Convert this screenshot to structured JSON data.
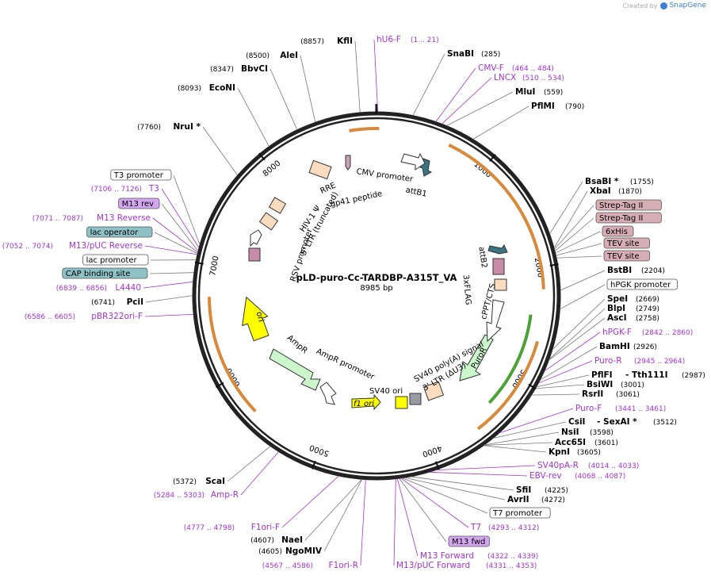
{
  "credit": {
    "created_by": "Created by",
    "brand": "SnapGene"
  },
  "plasmid": {
    "name": "pLD-puro-Cc-TARDBP-A315T_VA",
    "size_label": "8985 bp",
    "length": 8985
  },
  "ticks": [
    "1000",
    "2000",
    "3000",
    "4000",
    "5000",
    "6000",
    "7000",
    "8000"
  ],
  "right_labels": [
    {
      "name": "SnaBI",
      "coord": "(285)",
      "kind": "enzyme"
    },
    {
      "name": "CMV-F",
      "coord": "(464 .. 484)",
      "kind": "primer"
    },
    {
      "name": "LNCX",
      "coord": "(510 .. 534)",
      "kind": "primer"
    },
    {
      "name": "MluI",
      "coord": "(559)",
      "kind": "enzyme"
    },
    {
      "name": "PflMI",
      "coord": "(790)",
      "kind": "enzyme"
    },
    {
      "name": "BsaBI *",
      "coord": "(1755)",
      "kind": "enzyme"
    },
    {
      "name": "XbaI",
      "coord": "(1870)",
      "kind": "enzyme"
    },
    {
      "name": "Strep-Tag II",
      "coord": "",
      "kind": "feature-pink"
    },
    {
      "name": "Strep-Tag II",
      "coord": "",
      "kind": "feature-pink"
    },
    {
      "name": "6xHis",
      "coord": "",
      "kind": "feature-pink"
    },
    {
      "name": "TEV site",
      "coord": "",
      "kind": "feature-pink"
    },
    {
      "name": "TEV site",
      "coord": "",
      "kind": "feature-pink"
    },
    {
      "name": "BstBI",
      "coord": "(2204)",
      "kind": "enzyme"
    },
    {
      "name": "hPGK promoter",
      "coord": "",
      "kind": "feature-white"
    },
    {
      "name": "SpeI",
      "coord": "(2669)",
      "kind": "enzyme"
    },
    {
      "name": "BlpI",
      "coord": "(2749)",
      "kind": "enzyme"
    },
    {
      "name": "AscI",
      "coord": "(2758)",
      "kind": "enzyme"
    },
    {
      "name": "hPGK-F",
      "coord": "(2842 .. 2860)",
      "kind": "primer"
    },
    {
      "name": "BamHI",
      "coord": "(2926)",
      "kind": "enzyme"
    },
    {
      "name": "Puro-R",
      "coord": "(2945 .. 2964)",
      "kind": "primer"
    },
    {
      "name": "PflFI",
      "coord": "(2987)",
      "kind": "enzyme",
      "extra": "- Tth111I"
    },
    {
      "name": "BsiWI",
      "coord": "(3001)",
      "kind": "enzyme"
    },
    {
      "name": "RsrII",
      "coord": "(3061)",
      "kind": "enzyme"
    },
    {
      "name": "Puro-F",
      "coord": "(3441 .. 3461)",
      "kind": "primer"
    },
    {
      "name": "CsiI",
      "coord": "(3512)",
      "kind": "enzyme",
      "extra": "- SexAI *"
    },
    {
      "name": "NsiI",
      "coord": "(3598)",
      "kind": "enzyme"
    },
    {
      "name": "Acc65I",
      "coord": "(3601)",
      "kind": "enzyme"
    },
    {
      "name": "KpnI",
      "coord": "(3605)",
      "kind": "enzyme"
    },
    {
      "name": "SV40pA-R",
      "coord": "(4014 .. 4033)",
      "kind": "primer"
    },
    {
      "name": "EBV-rev",
      "coord": "(4068 .. 4087)",
      "kind": "primer"
    },
    {
      "name": "SfiI",
      "coord": "(4225)",
      "kind": "enzyme"
    },
    {
      "name": "AvrII",
      "coord": "(4272)",
      "kind": "enzyme"
    },
    {
      "name": "T7 promoter",
      "coord": "",
      "kind": "feature-white"
    },
    {
      "name": "T7",
      "coord": "(4293 .. 4312)",
      "kind": "primer"
    },
    {
      "name": "M13 fwd",
      "coord": "",
      "kind": "feature-purple"
    },
    {
      "name": "M13 Forward",
      "coord": "(4322 .. 4339)",
      "kind": "primer"
    },
    {
      "name": "M13/pUC Forward",
      "coord": "(4331 .. 4353)",
      "kind": "primer"
    }
  ],
  "left_labels": [
    {
      "name": "KflI",
      "coord": "(8857)",
      "kind": "enzyme"
    },
    {
      "name": "hU6-F",
      "coord": "(1 .. 21)",
      "kind": "primer"
    },
    {
      "name": "AleI",
      "coord": "(8500)",
      "kind": "enzyme"
    },
    {
      "name": "BbvCI",
      "coord": "(8347)",
      "kind": "enzyme"
    },
    {
      "name": "EcoNI",
      "coord": "(8093)",
      "kind": "enzyme"
    },
    {
      "name": "NruI *",
      "coord": "(7760)",
      "kind": "enzyme"
    },
    {
      "name": "T3 promoter",
      "coord": "",
      "kind": "feature-white"
    },
    {
      "name": "T3",
      "coord": "(7106 .. 7126)",
      "kind": "primer"
    },
    {
      "name": "M13 rev",
      "coord": "",
      "kind": "feature-purple"
    },
    {
      "name": "M13 Reverse",
      "coord": "(7071 .. 7087)",
      "kind": "primer"
    },
    {
      "name": "lac operator",
      "coord": "",
      "kind": "feature-teal"
    },
    {
      "name": "M13/pUC Reverse",
      "coord": "(7052 .. 7074)",
      "kind": "primer"
    },
    {
      "name": "lac promoter",
      "coord": "",
      "kind": "feature-white"
    },
    {
      "name": "CAP binding site",
      "coord": "",
      "kind": "feature-teal"
    },
    {
      "name": "L4440",
      "coord": "(6839 .. 6856)",
      "kind": "primer"
    },
    {
      "name": "PciI",
      "coord": "(6741)",
      "kind": "enzyme"
    },
    {
      "name": "pBR322ori-F",
      "coord": "(6586 .. 6605)",
      "kind": "primer"
    },
    {
      "name": "ScaI",
      "coord": "(5372)",
      "kind": "enzyme"
    },
    {
      "name": "Amp-R",
      "coord": "(5284 .. 5303)",
      "kind": "primer"
    },
    {
      "name": "F1ori-F",
      "coord": "(4777 .. 4798)",
      "kind": "primer"
    },
    {
      "name": "NaeI",
      "coord": "(4607)",
      "kind": "enzyme"
    },
    {
      "name": "NgoMIV",
      "coord": "(4605)",
      "kind": "enzyme"
    },
    {
      "name": "F1ori-R",
      "coord": "(4567 .. 4586)",
      "kind": "primer"
    }
  ],
  "inner_labels": [
    "CMV promoter",
    "attB1",
    "RRE",
    "gp41 peptide",
    "HIV-1 Ψ",
    "5' LTR (truncated)",
    "RSV promoter",
    "ori",
    "AmpR",
    "AmpR promoter",
    "f1 ori",
    "SV40 ori",
    "SV40 poly(A) signal",
    "3' LTR (ΔU3)",
    "PuroR",
    "cPPT/CTS",
    "3xFLAG",
    "attB2"
  ],
  "colors": {
    "enzyme": "#000000",
    "primer": "#a234d8",
    "feature_pink": "#d7aeb6",
    "feature_purple": "#d3a6ef",
    "feature_teal": "#8ec2c6",
    "yellow": "#ffff00",
    "green": "#ccf6cc",
    "peach": "#fcdcbe",
    "orange_arc": "#d9893a",
    "green_arc": "#4ca236"
  }
}
